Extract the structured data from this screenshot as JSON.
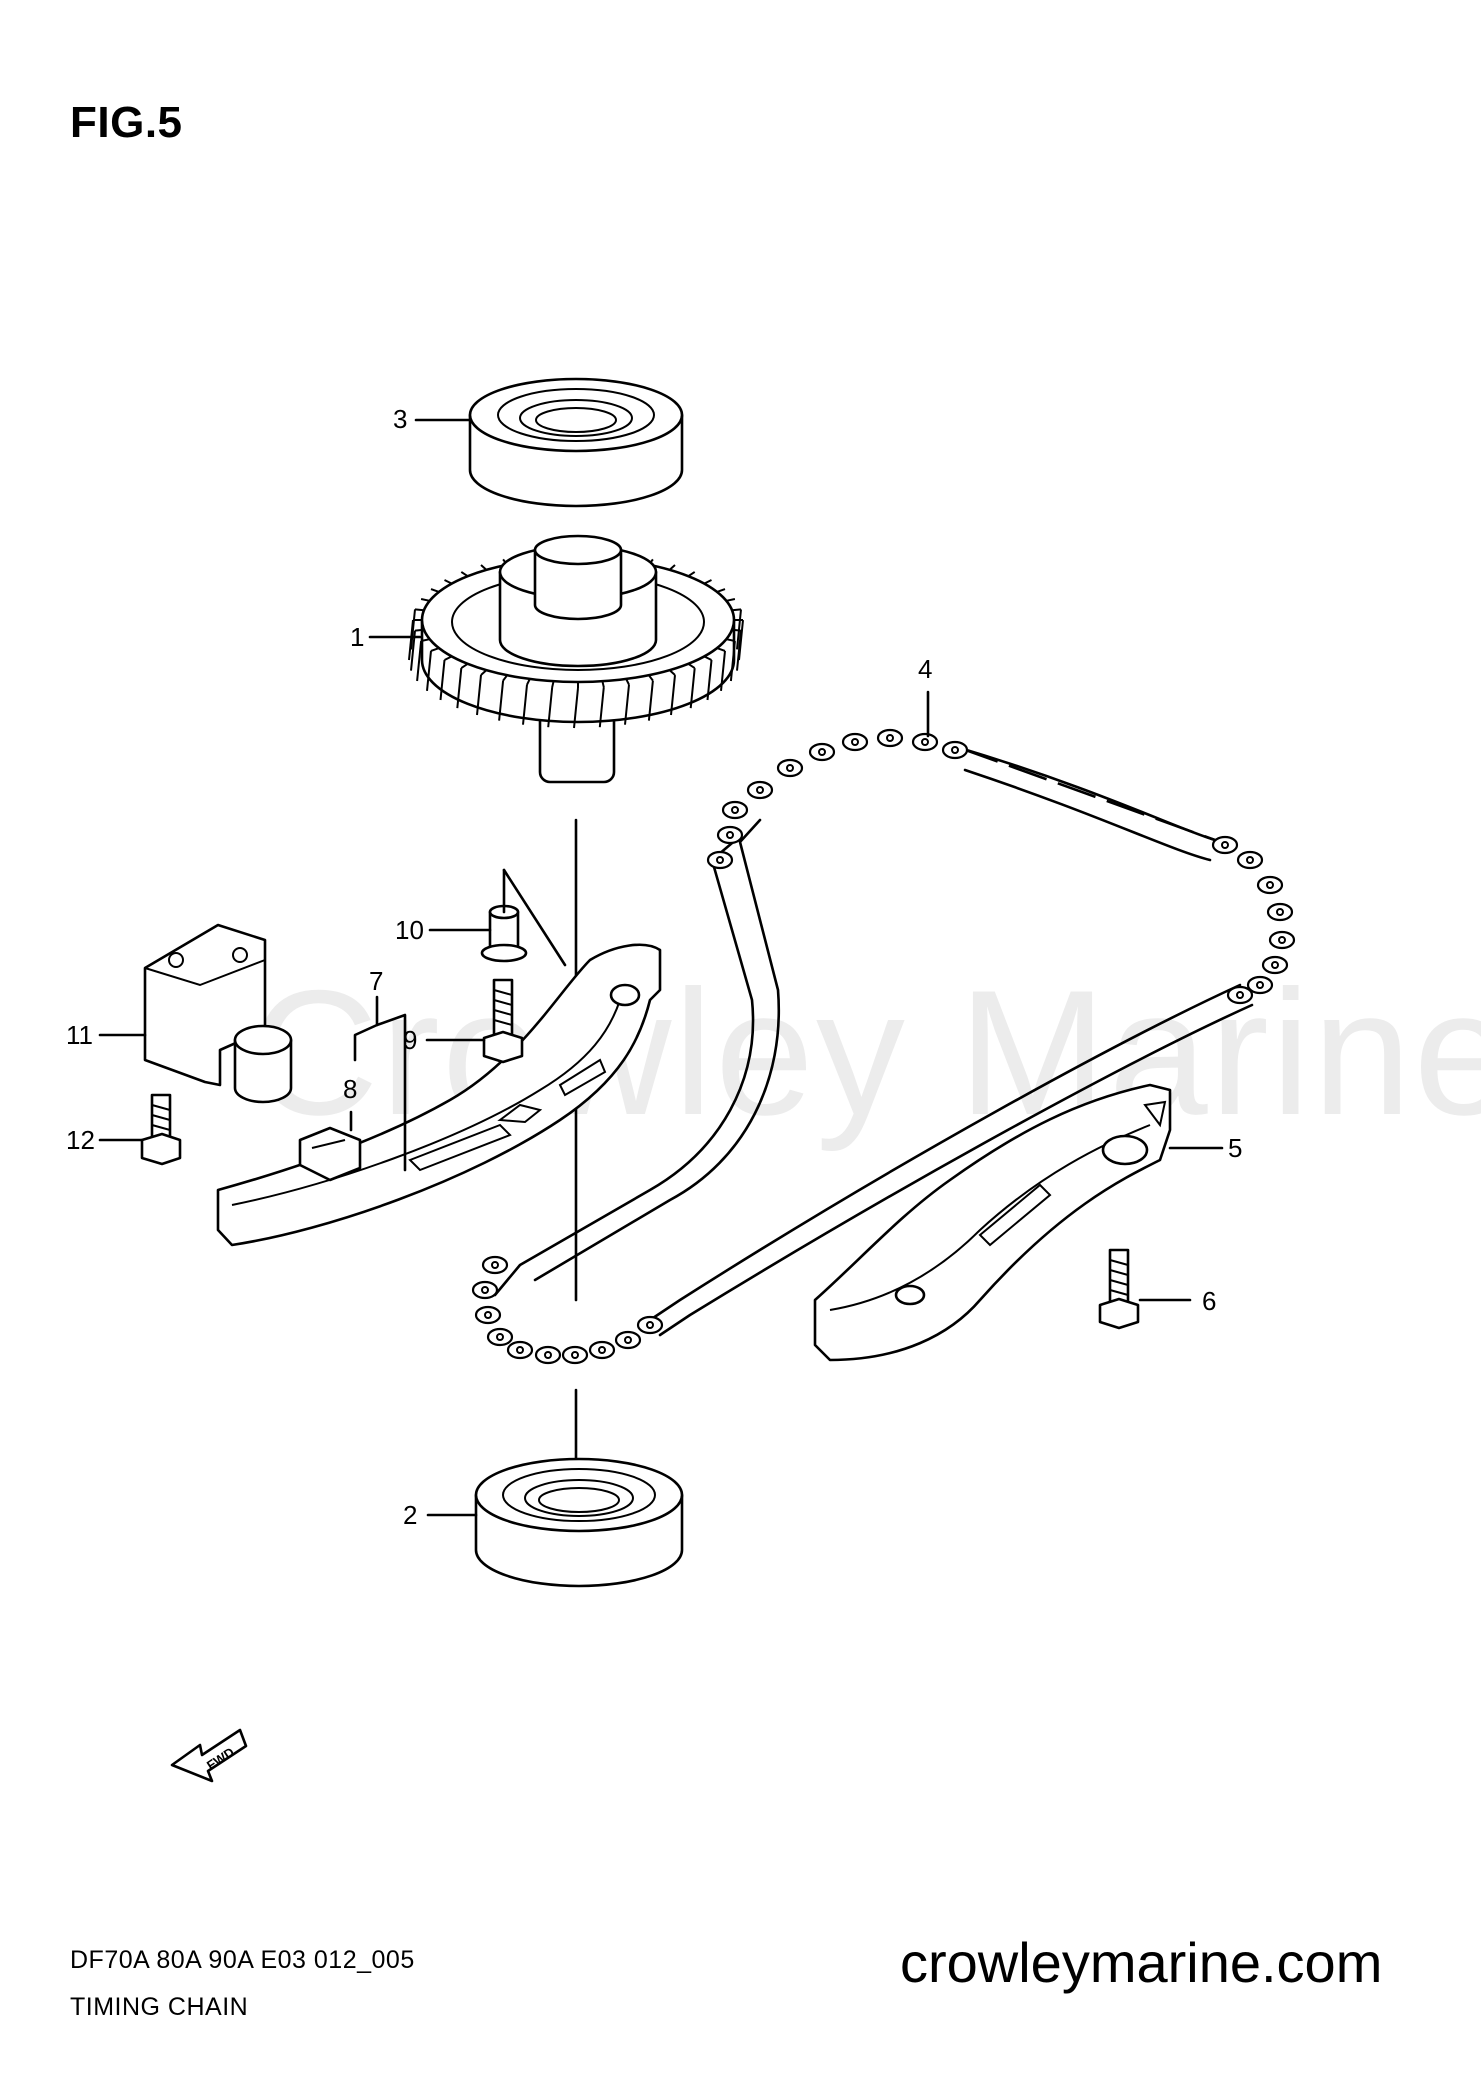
{
  "figure": {
    "title": "FIG.5",
    "watermark": "Crowley Marine"
  },
  "callouts": [
    {
      "label": "1",
      "part": "gear"
    },
    {
      "label": "2",
      "part": "bearing-lower"
    },
    {
      "label": "3",
      "part": "bearing-upper"
    },
    {
      "label": "4",
      "part": "timing-chain"
    },
    {
      "label": "5",
      "part": "chain-guide-right"
    },
    {
      "label": "6",
      "part": "bolt-guide"
    },
    {
      "label": "7",
      "part": "chain-tensioner-shoe"
    },
    {
      "label": "8",
      "part": "shoe-pad"
    },
    {
      "label": "9",
      "part": "bolt-shoe"
    },
    {
      "label": "10",
      "part": "pivot-collar"
    },
    {
      "label": "11",
      "part": "tensioner-adjuster"
    },
    {
      "label": "12",
      "part": "bolt-adjuster"
    }
  ],
  "fwd_arrow": {
    "label": "FWD"
  },
  "footer": {
    "model_code": "DF70A 80A 90A E03 012_005",
    "caption": "TIMING CHAIN",
    "website": "crowleymarine.com"
  }
}
